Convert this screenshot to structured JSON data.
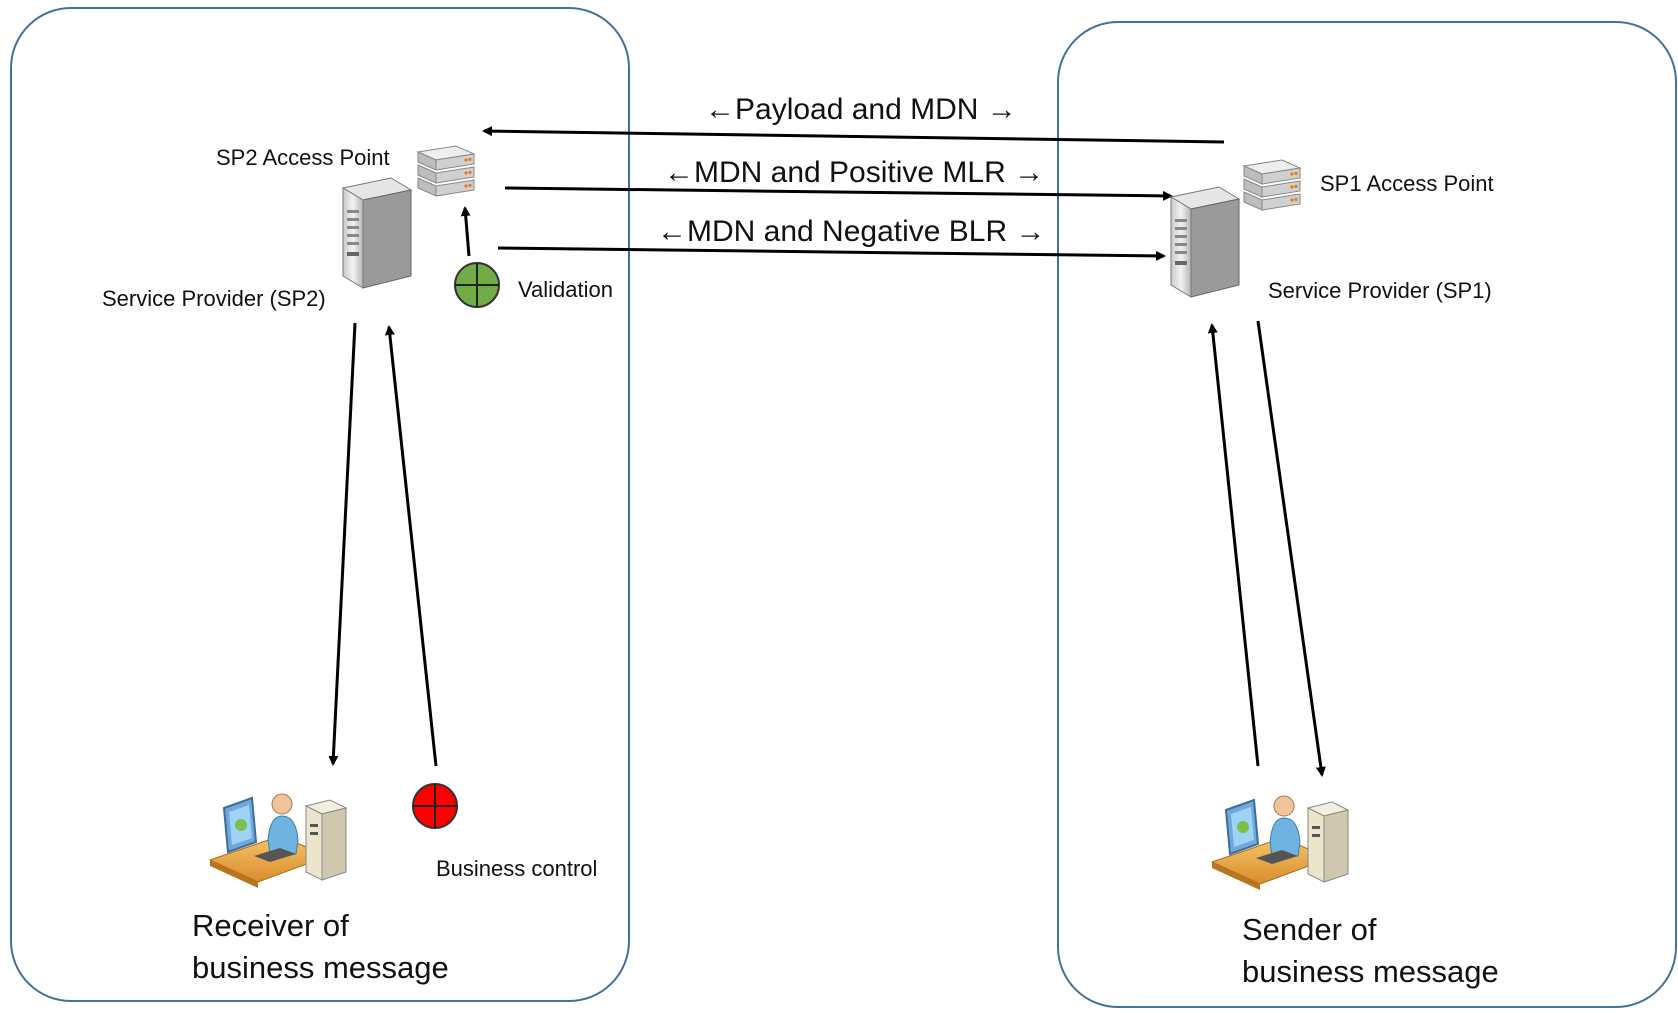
{
  "receiver_zone": {
    "access_point_label": "SP2 Access Point",
    "provider_label": "Service Provider (SP2)",
    "validation_label": "Validation",
    "business_control_label": "Business control",
    "party_label_line1": "Receiver of",
    "party_label_line2": "business message"
  },
  "sender_zone": {
    "access_point_label": "SP1 Access Point",
    "provider_label": "Service Provider (SP1)",
    "party_label_line1": "Sender of",
    "party_label_line2": "business message"
  },
  "messages": [
    {
      "label": "←Payload and MDN →",
      "direction": "to-receiver"
    },
    {
      "label": "←MDN and Positive MLR →",
      "direction": "to-sender"
    },
    {
      "label": "←MDN and Negative BLR →",
      "direction": "to-sender"
    }
  ],
  "colors": {
    "zone_border": "#41719c",
    "arrow": "#000000",
    "validation_marker": "#70ad47",
    "business_control_marker": "#ff0000"
  },
  "icons": {
    "server": "server-tower-icon",
    "access_point": "server-rack-icon",
    "user": "user-workstation-icon",
    "marker": "crosshair-circle-icon"
  }
}
